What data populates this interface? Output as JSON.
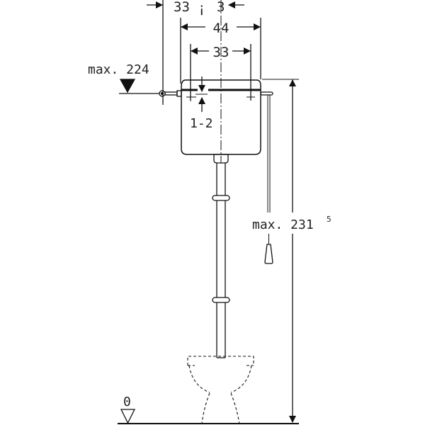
{
  "title": "High-level cistern installation dimensions",
  "dimensions": {
    "top_left": "33",
    "top_sep": "¡",
    "top_right": "3",
    "width_outer": "44",
    "width_inner": "33",
    "inlet_height": "max. 224",
    "lid_gap": "1-2",
    "total_height": "max. 231",
    "total_height_sup": "5",
    "floor_level": "0"
  },
  "colors": {
    "line": "#111111",
    "text": "#222222"
  }
}
